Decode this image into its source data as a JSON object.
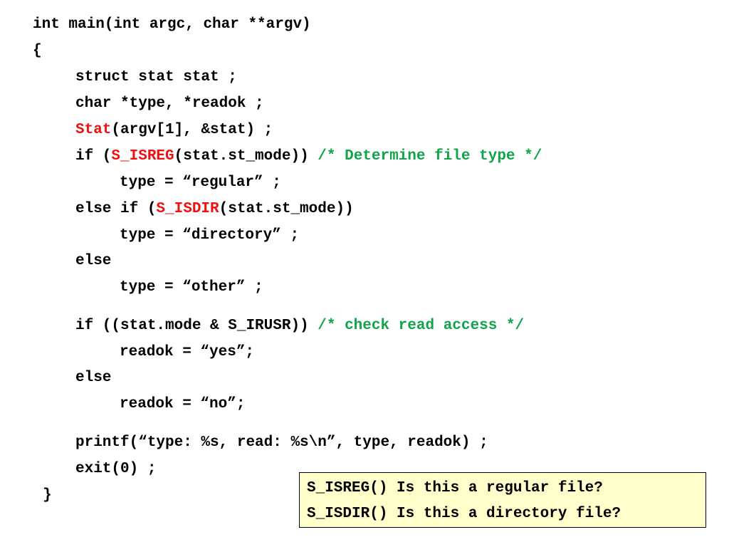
{
  "code": {
    "l1": "int main(int argc, char **argv)",
    "l2": "{",
    "l3": "struct stat stat ;",
    "l4": "char *type, *readok ;",
    "l5_fn": "Stat",
    "l5_rest": "(argv[1], &stat) ;",
    "l6_pre": "if (",
    "l6_fn": "S_ISREG",
    "l6_rest": "(stat.st_mode)) ",
    "l6_cmt": "/* Determine file type */",
    "l7": "type = “regular” ;",
    "l8_pre": "else if (",
    "l8_fn": "S_ISDIR",
    "l8_rest": "(stat.st_mode))",
    "l9": "type = “directory” ;",
    "l10": "else",
    "l11": "type = “other” ;",
    "l12_pre": "if ((stat.mode & S_IRUSR)) ",
    "l12_cmt": "/* check read access */",
    "l13": "readok = “yes”;",
    "l14": "else",
    "l15": "readok = “no”;",
    "l16": "printf(“type: %s, read: %s\\n”, type, readok) ;",
    "l17": "exit(0) ;",
    "l18": "}"
  },
  "note": {
    "line1": "S_ISREG() Is this a regular file?",
    "line2": "S_ISDIR() Is this a directory file?"
  },
  "colors": {
    "highlight_red": "#ee1111",
    "comment_green": "#11a44a",
    "note_background": "#ffffcc"
  }
}
